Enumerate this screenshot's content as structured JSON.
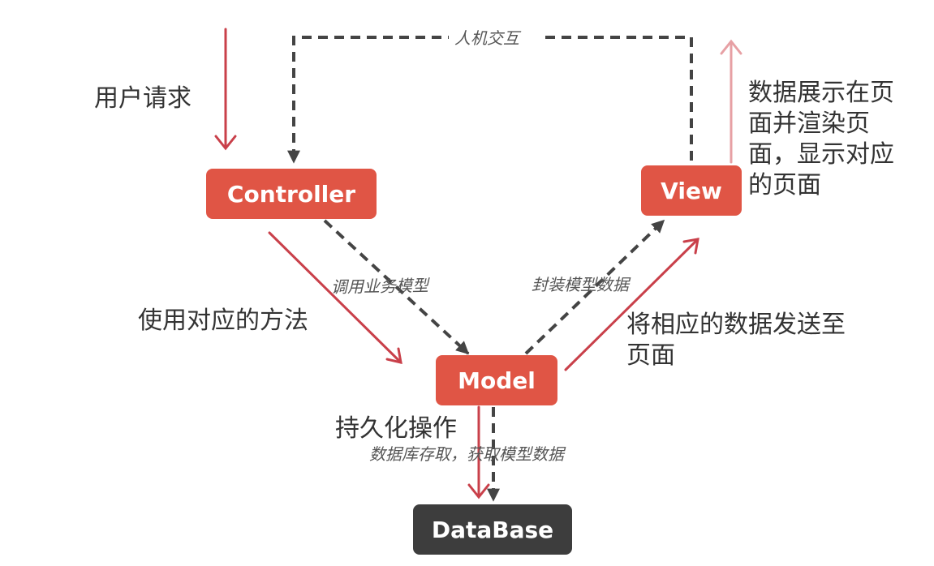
{
  "nodes": {
    "controller": "Controller",
    "view": "View",
    "model": "Model",
    "database": "DataBase"
  },
  "edge_labels": {
    "interaction": "人机交互",
    "call_model": "调用业务模型",
    "wrap_data": "封装模型数据",
    "db_access": "数据库存取，获取模型数据"
  },
  "annotations": {
    "user_request": "用户请求",
    "use_method": "使用对应的方法",
    "send_data_line1": "将相应的数据发送至",
    "send_data_line2": "页面",
    "persist": "持久化操作",
    "display_line1": "数据展示在页",
    "display_line2": "面并渲染页",
    "display_line3": "面，显示对应",
    "display_line4": "的页面"
  },
  "colors": {
    "node_red": "#e05545",
    "node_dark": "#3d3d3d",
    "dashed_arrow": "#444444",
    "red_arrow": "#c9404a",
    "pink_arrow": "#e7a0a4"
  }
}
